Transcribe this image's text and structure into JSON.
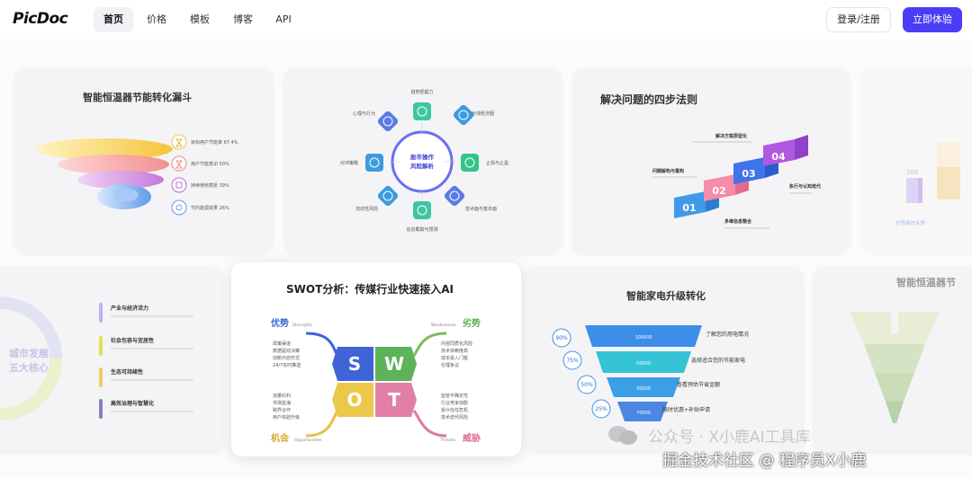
{
  "header": {
    "logo": "PicDoc",
    "nav": [
      {
        "label": "首页",
        "active": true
      },
      {
        "label": "价格",
        "active": false
      },
      {
        "label": "模板",
        "active": false
      },
      {
        "label": "博客",
        "active": false
      },
      {
        "label": "API",
        "active": false
      }
    ],
    "login_label": "登录/注册",
    "try_label": "立即体验",
    "accent_color": "#4b3df5"
  },
  "cards": {
    "funnel": {
      "title": "智能恒温器节能转化漏斗",
      "items": [
        "目标用户节能率 67.4%",
        "用户节能意识 50%",
        "持续使用意愿 39%",
        "节约能源效果 26%"
      ]
    },
    "stock": {
      "center": [
        "股市操作",
        "风险解析"
      ],
      "items": [
        "趋势把握力",
        "全球经济圈",
        "止损与止盈",
        "技术面与基本面",
        "信息截取与预测",
        "流动性风险",
        "对冲策略",
        "心理与行为"
      ]
    },
    "steps": {
      "title": "解决问题的四步法则",
      "steps": [
        {
          "num": "01",
          "label": "问题解构与重构"
        },
        {
          "num": "02",
          "label": "多维信息整合"
        },
        {
          "num": "03",
          "label": "解决方案原型化"
        },
        {
          "num": "04",
          "label": "执行与认知迭代"
        }
      ]
    },
    "partial_right_top": {
      "value": "500",
      "label": "价值最快反馈"
    },
    "city": {
      "ring_text": [
        "城市发展",
        "五大核心"
      ],
      "items": [
        "产业与经济活力",
        "社会包容与宜居性",
        "生态可持续性",
        "高效治理与智慧化"
      ]
    },
    "swot": {
      "title": "SWOT分析：传媒行业快速接入AI",
      "letters": [
        "S",
        "W",
        "O",
        "T"
      ],
      "quadrants": {
        "s": {
          "cn": "优势",
          "en": "Strengths",
          "items": [
            "政策渠道",
            "数据驱动决策",
            "创新内容形式",
            "24/7实时推送"
          ]
        },
        "w": {
          "cn": "劣势",
          "en": "Weaknesses",
          "items": [
            "内容同质化风险",
            "技术依赖度高",
            "成本投入门槛",
            "伦理争议"
          ]
        },
        "o": {
          "cn": "机会",
          "en": "Opportunities",
          "items": [
            "流量红利",
            "市场蓝海",
            "跨界合作",
            "用户体验升级"
          ]
        },
        "t": {
          "cn": "威胁",
          "en": "Threats",
          "items": [
            "监管不确定性",
            "行业竞争加剧",
            "受众信任危机",
            "技术迭代风险"
          ]
        }
      }
    },
    "appliance": {
      "title": "智能家电升级转化",
      "rows": [
        {
          "pct": "90%",
          "value": "100000",
          "label": "了解您的用电情况"
        },
        {
          "pct": "75%",
          "value": "50000",
          "label": "选择适合您的节能家电"
        },
        {
          "pct": "50%",
          "value": "30000",
          "label": "查看预估节省金额"
        },
        {
          "pct": "25%",
          "value": "70000",
          "label": "限时优惠+补贴申请"
        }
      ]
    },
    "partial_right_bottom": {
      "title": "智能恒温器节"
    }
  },
  "watermark": {
    "line1": "公众号 · X小鹿AI工具库",
    "line2": "掘金技术社区 @ 程序员X小鹿"
  }
}
